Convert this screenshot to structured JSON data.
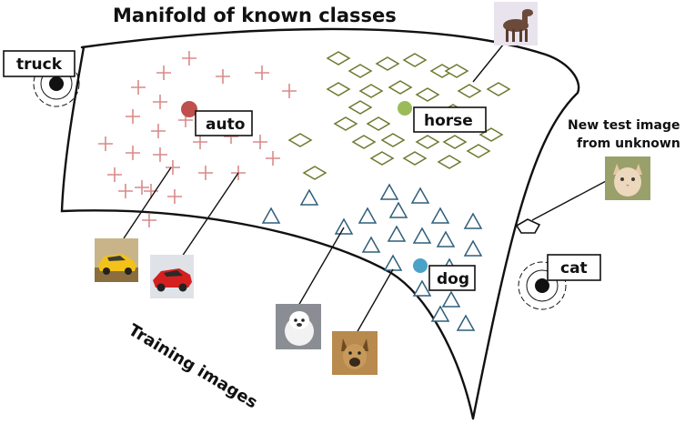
{
  "title": "Manifold of known classes",
  "classes": [
    {
      "key": "auto",
      "label": "auto",
      "marker": "plus",
      "color": "#d98a8a",
      "center_color": "#c0504d"
    },
    {
      "key": "horse",
      "label": "horse",
      "marker": "diamond",
      "color": "#6b7a2e",
      "center_color": "#9bbb59"
    },
    {
      "key": "dog",
      "label": "dog",
      "marker": "triangle",
      "color": "#2f5e7a",
      "center_color": "#4aa3c7"
    }
  ],
  "outside_classes": [
    {
      "key": "truck",
      "label": "truck"
    },
    {
      "key": "cat",
      "label": "cat"
    }
  ],
  "new_test_note": [
    "New test image",
    "from unknown"
  ],
  "training_label": "Training images",
  "thumbnails": [
    {
      "key": "horse-thumb",
      "subject": "horse"
    },
    {
      "key": "car-yellow-thumb",
      "subject": "yellow car"
    },
    {
      "key": "car-red-thumb",
      "subject": "red car"
    },
    {
      "key": "dog-white-thumb",
      "subject": "white dog"
    },
    {
      "key": "dog-brown-thumb",
      "subject": "brown dog"
    },
    {
      "key": "cat-thumb",
      "subject": "cat"
    }
  ]
}
